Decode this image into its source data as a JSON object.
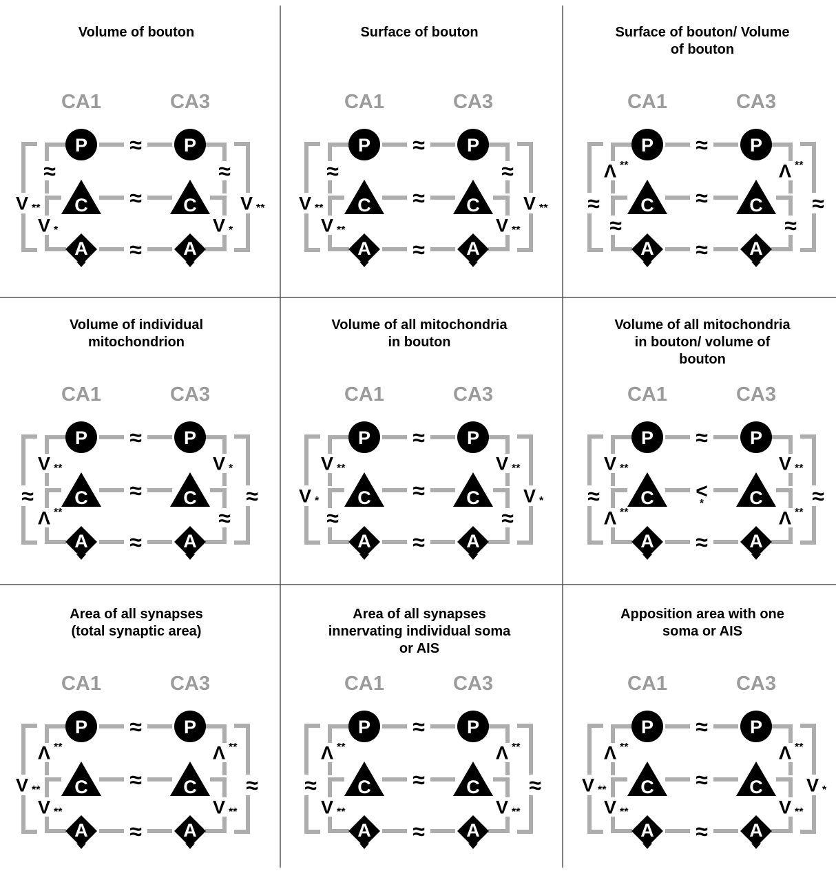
{
  "region_labels": [
    "CA1",
    "CA3"
  ],
  "node_letters": {
    "top": "P",
    "middle": "C",
    "bottom": "A"
  },
  "colors": {
    "line": "#adadad",
    "label": "#9b9b9b",
    "icon": "#000000",
    "divider": "#555555"
  },
  "panels": [
    {
      "title_lines": [
        "Volume of bouton"
      ],
      "row_signs": [
        {
          "sym": "≈"
        },
        {
          "sym": "≈"
        },
        {
          "sym": "≈"
        }
      ],
      "left_inner": [
        {
          "sym": "≈"
        },
        {
          "sym": "V",
          "sub": "*"
        }
      ],
      "left_outer": {
        "sym": "V",
        "sub": "**"
      },
      "right_inner": [
        {
          "sym": "≈"
        },
        {
          "sym": "V",
          "sub": "*"
        }
      ],
      "right_outer": {
        "sym": "V",
        "sub": "**"
      }
    },
    {
      "title_lines": [
        "Surface of bouton"
      ],
      "row_signs": [
        {
          "sym": "≈"
        },
        {
          "sym": "≈"
        },
        {
          "sym": "≈"
        }
      ],
      "left_inner": [
        {
          "sym": "≈"
        },
        {
          "sym": "V",
          "sub": "**"
        }
      ],
      "left_outer": {
        "sym": "V",
        "sub": "**"
      },
      "right_inner": [
        {
          "sym": "≈"
        },
        {
          "sym": "V",
          "sub": "**"
        }
      ],
      "right_outer": {
        "sym": "V",
        "sub": "**"
      }
    },
    {
      "title_lines": [
        "Surface of bouton/ Volume",
        "of bouton"
      ],
      "row_signs": [
        {
          "sym": "≈"
        },
        {
          "sym": "≈"
        },
        {
          "sym": "≈"
        }
      ],
      "left_inner": [
        {
          "sym": "Λ",
          "sup": "**"
        },
        {
          "sym": "≈"
        }
      ],
      "left_outer": {
        "sym": "≈"
      },
      "right_inner": [
        {
          "sym": "Λ",
          "sup": "**"
        },
        {
          "sym": "≈"
        }
      ],
      "right_outer": {
        "sym": "≈"
      }
    },
    {
      "title_lines": [
        "Volume of individual",
        "mitochondrion"
      ],
      "row_signs": [
        {
          "sym": "≈"
        },
        {
          "sym": "≈"
        },
        {
          "sym": "≈"
        }
      ],
      "left_inner": [
        {
          "sym": "V",
          "sub": "**"
        },
        {
          "sym": "Λ",
          "sup": "**"
        }
      ],
      "left_outer": {
        "sym": "≈"
      },
      "right_inner": [
        {
          "sym": "V",
          "sub": "*"
        },
        {
          "sym": "≈"
        }
      ],
      "right_outer": {
        "sym": "≈"
      }
    },
    {
      "title_lines": [
        "Volume of all mitochondria",
        "in bouton"
      ],
      "row_signs": [
        {
          "sym": "≈"
        },
        {
          "sym": "≈"
        },
        {
          "sym": "≈"
        }
      ],
      "left_inner": [
        {
          "sym": "V",
          "sub": "**"
        },
        {
          "sym": "≈"
        }
      ],
      "left_outer": {
        "sym": "V",
        "sub": "*"
      },
      "right_inner": [
        {
          "sym": "V",
          "sub": "**"
        },
        {
          "sym": "≈"
        }
      ],
      "right_outer": {
        "sym": "V",
        "sub": "*"
      }
    },
    {
      "title_lines": [
        "Volume of all mitochondria",
        "in bouton/ volume of",
        "bouton"
      ],
      "row_signs": [
        {
          "sym": "≈"
        },
        {
          "sym": "<",
          "sub": "*"
        },
        {
          "sym": "≈"
        }
      ],
      "left_inner": [
        {
          "sym": "V",
          "sub": "**"
        },
        {
          "sym": "Λ",
          "sup": "**"
        }
      ],
      "left_outer": {
        "sym": "≈"
      },
      "right_inner": [
        {
          "sym": "V",
          "sub": "**"
        },
        {
          "sym": "Λ",
          "sup": "**"
        }
      ],
      "right_outer": {
        "sym": "≈"
      }
    },
    {
      "title_lines": [
        "Area of all synapses",
        "(total synaptic area)"
      ],
      "row_signs": [
        {
          "sym": "≈"
        },
        {
          "sym": "≈"
        },
        {
          "sym": "≈"
        }
      ],
      "left_inner": [
        {
          "sym": "Λ",
          "sup": "**"
        },
        {
          "sym": "V",
          "sub": "**"
        }
      ],
      "left_outer": {
        "sym": "V",
        "sub": "**"
      },
      "right_inner": [
        {
          "sym": "Λ",
          "sup": "**"
        },
        {
          "sym": "V",
          "sub": "**"
        }
      ],
      "right_outer": {
        "sym": "≈"
      }
    },
    {
      "title_lines": [
        "Area of all synapses",
        "innervating individual soma",
        "or AIS"
      ],
      "row_signs": [
        {
          "sym": "≈"
        },
        {
          "sym": "≈"
        },
        {
          "sym": "≈"
        }
      ],
      "left_inner": [
        {
          "sym": "Λ",
          "sup": "**"
        },
        {
          "sym": "V",
          "sub": "**"
        }
      ],
      "left_outer": {
        "sym": "≈"
      },
      "right_inner": [
        {
          "sym": "Λ",
          "sup": "**"
        },
        {
          "sym": "V",
          "sub": "**"
        }
      ],
      "right_outer": {
        "sym": "≈"
      }
    },
    {
      "title_lines": [
        "Apposition area with one",
        "soma or AIS"
      ],
      "row_signs": [
        {
          "sym": "≈"
        },
        {
          "sym": "≈"
        },
        {
          "sym": "≈"
        }
      ],
      "left_inner": [
        {
          "sym": "Λ",
          "sup": "**"
        },
        {
          "sym": "V",
          "sub": "**"
        }
      ],
      "left_outer": {
        "sym": "V",
        "sub": "**"
      },
      "right_inner": [
        {
          "sym": "Λ",
          "sup": "**"
        },
        {
          "sym": "V",
          "sub": "**"
        }
      ],
      "right_outer": {
        "sym": "V",
        "sub": "*"
      }
    }
  ]
}
